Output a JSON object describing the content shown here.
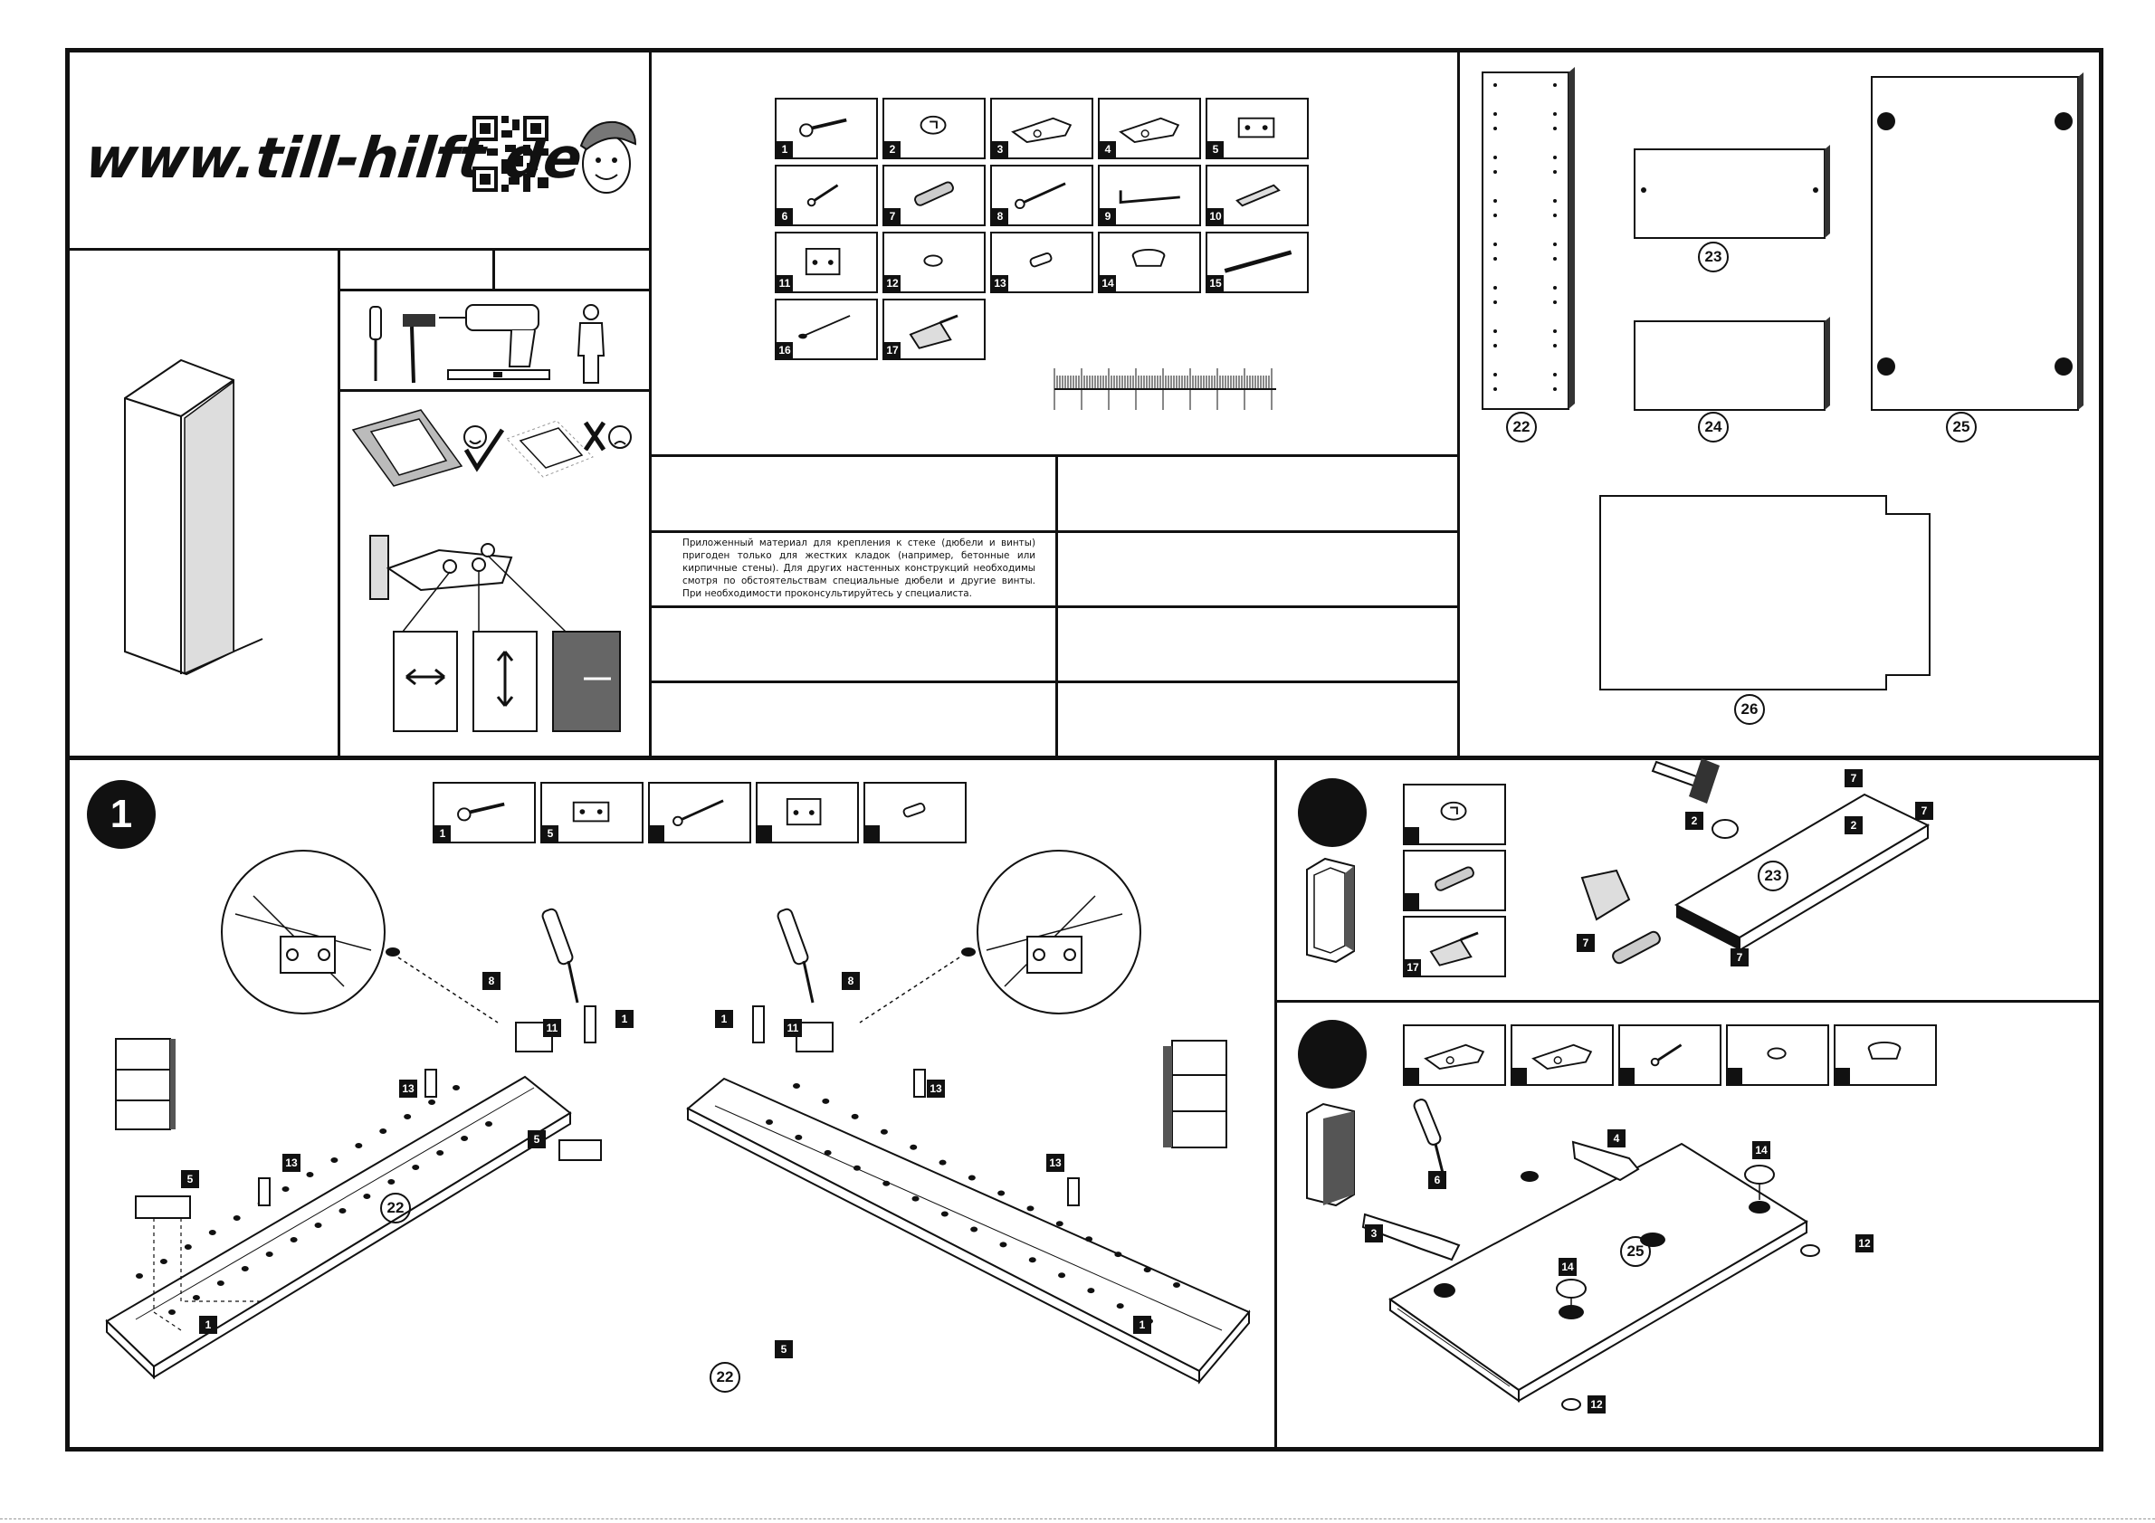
{
  "header": {
    "brand_url": "www.till-hilft.de"
  },
  "icons": {
    "qr": "qr-code-icon",
    "mascot": "mascot-face-icon",
    "tools": [
      "screwdriver-icon",
      "hammer-icon",
      "drill-icon",
      "spirit-level-icon",
      "person-icon"
    ],
    "surface_ok": "smiley-happy-icon",
    "surface_bad": "smiley-sad-icon"
  },
  "parts_table": {
    "items": [
      {
        "num": "1",
        "icon": "dowel-screw-icon"
      },
      {
        "num": "2",
        "icon": "cam-lock-icon"
      },
      {
        "num": "3",
        "icon": "hinge-icon"
      },
      {
        "num": "4",
        "icon": "hinge-icon"
      },
      {
        "num": "5",
        "icon": "mounting-plate-icon"
      },
      {
        "num": "6",
        "icon": "small-screw-icon"
      },
      {
        "num": "7",
        "icon": "wooden-dowel-icon"
      },
      {
        "num": "8",
        "icon": "screw-icon"
      },
      {
        "num": "9",
        "icon": "hook-screw-icon"
      },
      {
        "num": "10",
        "icon": "wall-plug-icon"
      },
      {
        "num": "11",
        "icon": "wall-bracket-icon"
      },
      {
        "num": "12",
        "icon": "felt-pad-icon"
      },
      {
        "num": "13",
        "icon": "shelf-pin-icon"
      },
      {
        "num": "14",
        "icon": "cover-cap-icon"
      },
      {
        "num": "15",
        "icon": "rail-icon"
      },
      {
        "num": "16",
        "icon": "nail-icon"
      },
      {
        "num": "17",
        "icon": "glue-tube-icon"
      }
    ]
  },
  "notice_ru": "Приложенный материал для крепления к стеке (дюбели и винты) пригоден только для жестких кладок (например, бетонные или кирпичные стены). Для других настенных конструкций необходимы смотря по обстоятельствам специальные дюбели и другие винты. При необходимости проконсультируйтесь у специалиста.",
  "panels": [
    {
      "num": "22"
    },
    {
      "num": "23"
    },
    {
      "num": "24"
    },
    {
      "num": "25"
    },
    {
      "num": "26"
    }
  ],
  "step1": {
    "number": "1",
    "parts_row": [
      {
        "num": "1",
        "icon": "dowel-screw-icon"
      },
      {
        "num": "5",
        "icon": "mounting-plate-icon"
      },
      {
        "num": "",
        "icon": "screw-icon"
      },
      {
        "num": "",
        "icon": "wall-bracket-icon"
      },
      {
        "num": "",
        "icon": "shelf-pin-icon"
      }
    ],
    "labels": {
      "l8": "8",
      "l11": "11",
      "l1": "1",
      "l13": "13",
      "l5": "5",
      "panel": "22"
    },
    "bottom_tag": "5",
    "bottom_panel": "22"
  },
  "step2": {
    "parts_col": [
      {
        "num": "",
        "icon": "cam-lock-icon"
      },
      {
        "num": "",
        "icon": "wooden-dowel-icon"
      },
      {
        "num": "17",
        "icon": "glue-tube-icon"
      }
    ],
    "labels": {
      "l2": "2",
      "l7": "7",
      "panel": "23"
    }
  },
  "step3": {
    "parts_row": [
      {
        "num": "",
        "icon": "hinge-icon"
      },
      {
        "num": "",
        "icon": "hinge-icon"
      },
      {
        "num": "",
        "icon": "small-screw-icon"
      },
      {
        "num": "",
        "icon": "felt-pad-icon"
      },
      {
        "num": "",
        "icon": "cover-cap-icon"
      }
    ],
    "labels": {
      "l3": "3",
      "l4": "4",
      "l6": "6",
      "l12": "12",
      "l14": "14",
      "panel": "25"
    }
  }
}
